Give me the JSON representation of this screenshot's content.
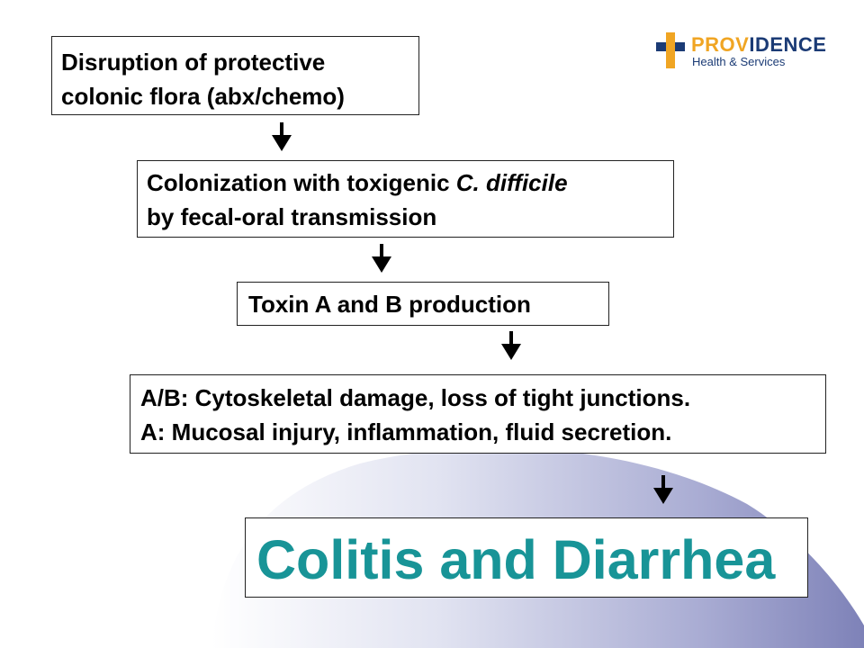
{
  "logo": {
    "name_accent": "PROV",
    "name_rest": "IDENCE",
    "tagline": "Health & Services",
    "colors": {
      "navy": "#1b3b75",
      "gold": "#f0a523"
    }
  },
  "flow": {
    "step1": {
      "line1": "Disruption of protective",
      "line2": "colonic flora (abx/chemo)"
    },
    "step2": {
      "line1_text": "Colonization with toxigenic ",
      "line1_italic": "C. difficile",
      "line2": "by fecal-oral transmission"
    },
    "step3": {
      "line1": "Toxin A and B production"
    },
    "step4": {
      "line1": "A/B: Cytoskeletal damage, loss of tight junctions.",
      "line2": "A: Mucosal injury, inflammation, fluid secretion."
    },
    "outcome": {
      "label": "Colitis and Diarrhea",
      "color": "#189497"
    }
  },
  "background": {
    "wave_color": "#7e82b8"
  }
}
